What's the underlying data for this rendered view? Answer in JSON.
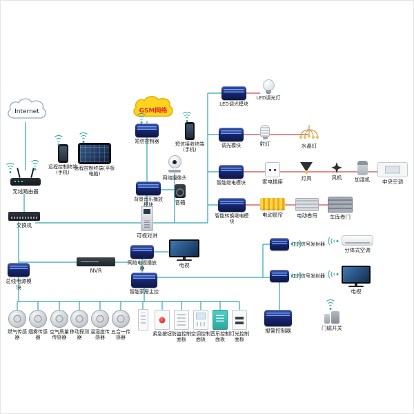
{
  "colors": {
    "bus_line": "#2ba7ad",
    "power_line": "#d24343",
    "module_blue": "#17246b",
    "gsm_cloud_fill": "#ffd41e",
    "gsm_cloud_text": "#e02a2a"
  },
  "nodes": {
    "internet": {
      "label": "Internet"
    },
    "gsm": {
      "label": "GSM网络"
    },
    "remote_phone": {
      "label": "远程控制终端(手机)"
    },
    "remote_tablet": {
      "label": "远程控制终端(平板电脑)"
    },
    "wireless_router": {
      "label": "无线路由器"
    },
    "switch": {
      "label": "交换机"
    },
    "bus_power": {
      "label": "总线电源模块"
    },
    "sms_controller": {
      "label": "短信控制器"
    },
    "sms_receiver": {
      "label": "短信接收终端(手机)"
    },
    "ip_camera": {
      "label": "网络摄像头"
    },
    "bgm_module": {
      "label": "背景音乐播放模块"
    },
    "speaker": {
      "label": "音箱"
    },
    "video_intercom": {
      "label": "可视对讲"
    },
    "nvr": {
      "label": "NVR"
    },
    "iptv_player": {
      "label": "网络电视播放器"
    },
    "tv_living": {
      "label": "电视"
    },
    "smart_host": {
      "label": "智能家居主控"
    },
    "led_dim_module": {
      "label": "LED调光模块"
    },
    "led_dim_light": {
      "label": "LED调光灯"
    },
    "dim_module": {
      "label": "调光模块"
    },
    "spotlight": {
      "label": "射灯"
    },
    "crystal_light": {
      "label": "水晶灯"
    },
    "relay_module": {
      "label": "智能继电模块"
    },
    "appliance_socket": {
      "label": "家电插座"
    },
    "lamp": {
      "label": "灯具"
    },
    "fan": {
      "label": "风机"
    },
    "humidifier": {
      "label": "加湿机"
    },
    "central_ac": {
      "label": "中央空调"
    },
    "transfer_relay_module": {
      "label": "智能转换继电模块"
    },
    "electric_curtain": {
      "label": "电动窗帘"
    },
    "electric_roller": {
      "label": "电动卷帘"
    },
    "garage_door": {
      "label": "车库卷门"
    },
    "ir_transmitter_1": {
      "label": "红外信号发射器"
    },
    "ir_transmitter_2": {
      "label": "红外信号发射器"
    },
    "split_ac": {
      "label": "分体式空调"
    },
    "tv_bedroom": {
      "label": "电视"
    },
    "alarm_controller": {
      "label": "报警控制器"
    },
    "door_switch": {
      "label": "门磁开关"
    }
  },
  "sensors": [
    {
      "label": "燃气传感器"
    },
    {
      "label": "烟雾传感器"
    },
    {
      "label": "空气质量传感器"
    },
    {
      "label": "移动探测器"
    },
    {
      "label": "温湿度传感器"
    },
    {
      "label": "五合一传感器"
    }
  ],
  "panels": [
    {
      "label": ""
    },
    {
      "label": "紧急按钮"
    },
    {
      "label": "防盗控制面板"
    },
    {
      "label": "空调控制面板"
    },
    {
      "label": "音乐控制面板"
    },
    {
      "label": "灯光控制面板"
    }
  ]
}
